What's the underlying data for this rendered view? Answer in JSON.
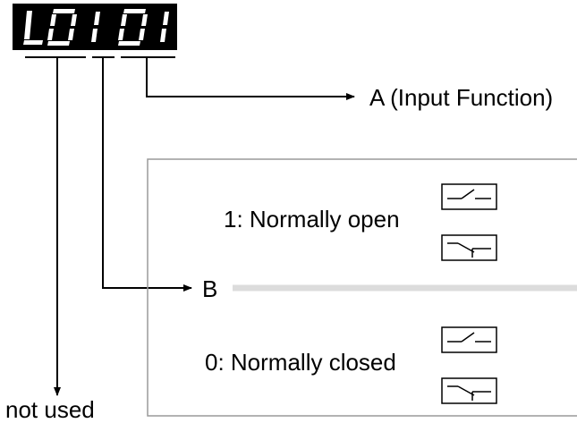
{
  "display": {
    "segments": [
      "L",
      "0",
      "1",
      "0",
      "1"
    ],
    "background": "#000000",
    "segment_color": "#ffffff"
  },
  "labels": {
    "a": "A (Input Function)",
    "b": "B",
    "not_used": "not used"
  },
  "panel": {
    "open_label": "1: Normally open",
    "closed_label": "0: Normally closed",
    "divider_color": "#dcdcdc",
    "border_color": "#9a9a9a"
  },
  "icons": [
    "normally-open-contact-icon",
    "normally-closed-contact-icon"
  ]
}
